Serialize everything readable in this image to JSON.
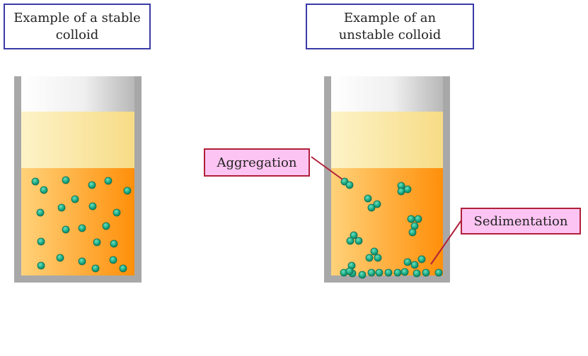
{
  "titles": {
    "stable": [
      "Example of a stable",
      "colloid"
    ],
    "unstable": [
      "Example of an",
      "unstable colloid"
    ]
  },
  "labels": {
    "aggregation": "Aggregation",
    "sedimentation": "Sedimentation"
  },
  "colors": {
    "title_border": "#3a3aa8",
    "label_border": "#b0203a",
    "label_fill": "#fcc4f2",
    "particle": "#1eae86",
    "liquid": "#ff9f1c",
    "supernatant": "#fbe8a8",
    "glass": "#a8a8a8"
  }
}
